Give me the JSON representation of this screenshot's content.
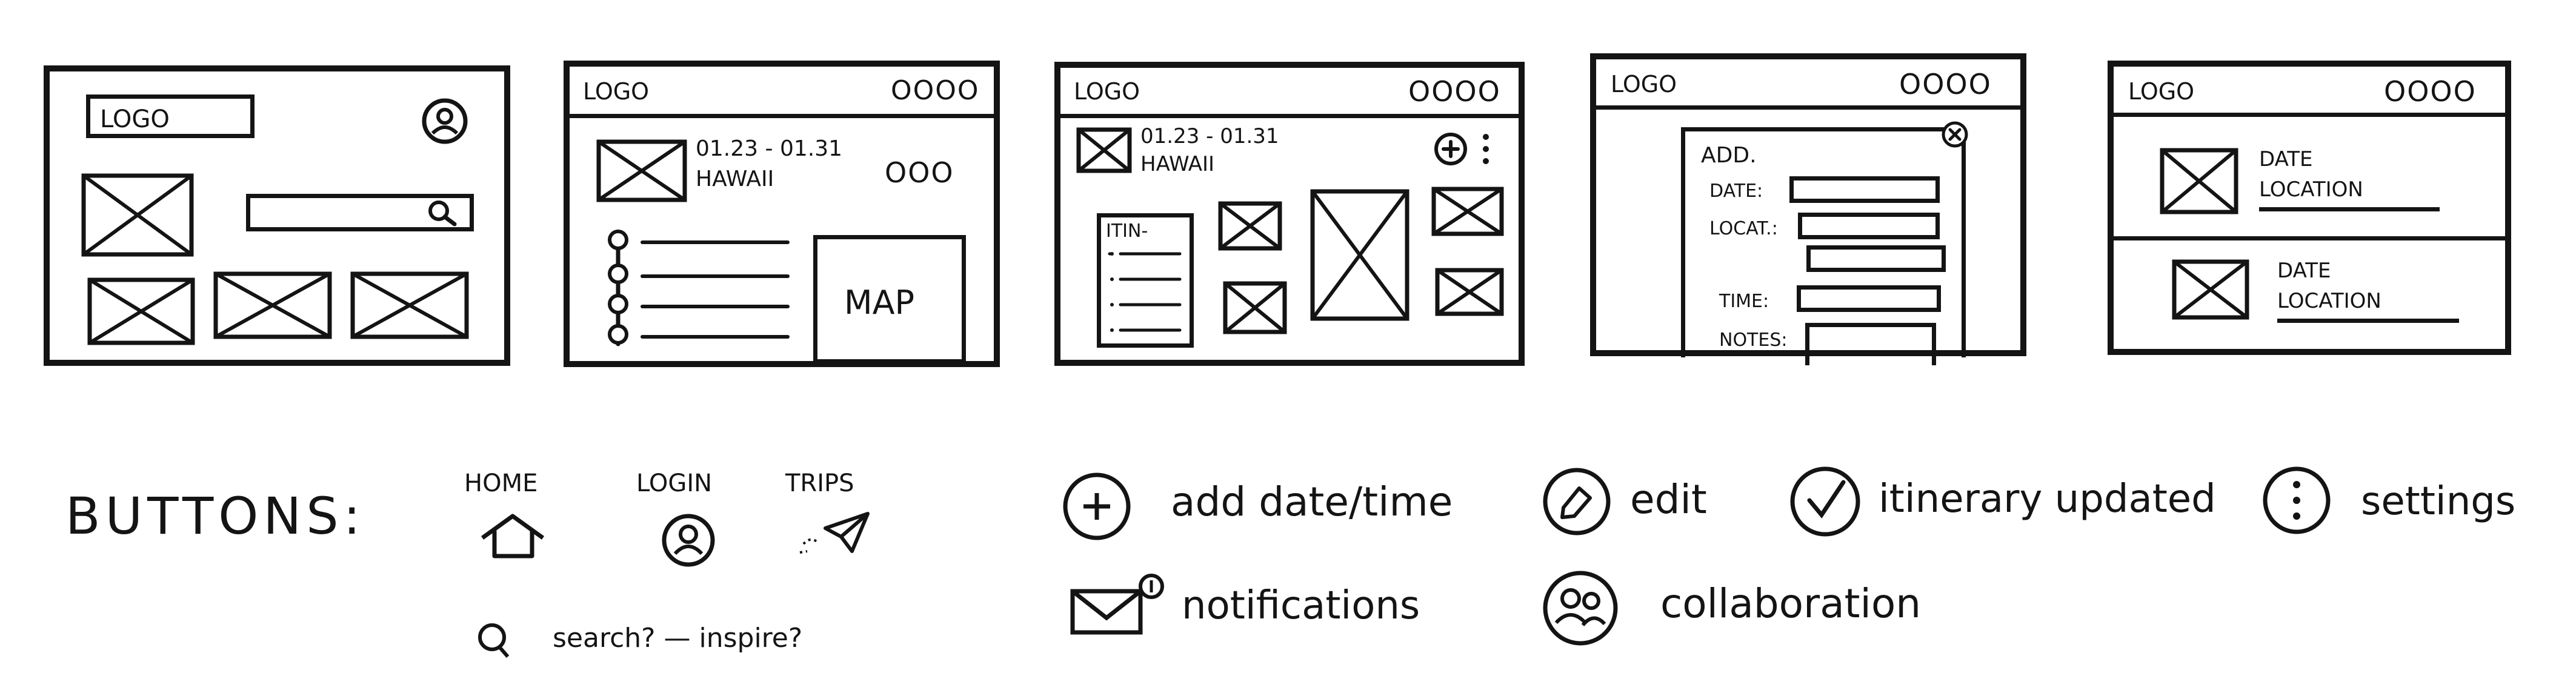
{
  "frames": {
    "f1": {
      "logo": "LOGO"
    },
    "f2": {
      "logo": "LOGO",
      "dots": "OOOO",
      "dates": "01.23 - 01.31",
      "place": "HAWAII",
      "dots_small": "OOO",
      "map": "MAP"
    },
    "f3": {
      "logo": "LOGO",
      "dots": "OOOO",
      "dates": "01.23 - 01.31",
      "place": "HAWAII",
      "itin": "ITIN-"
    },
    "f4": {
      "logo": "LOGO",
      "dots": "OOOO",
      "add": "ADD.",
      "date": "DATE:",
      "locat": "LOCAT.:",
      "time": "TIME:",
      "notes": "NOTES:"
    },
    "f5": {
      "logo": "LOGO",
      "dots": "OOOO",
      "entries": [
        {
          "date": "DATE",
          "location": "LOCATION"
        },
        {
          "date": "DATE",
          "location": "LOCATION"
        }
      ]
    }
  },
  "legend": {
    "title": "BUTTONS:",
    "home": "HOME",
    "login": "LOGIN",
    "trips": "TRIPS",
    "search": "search? — inspire?",
    "add": "add date/time",
    "edit": "edit",
    "updated": "itinerary updated",
    "settings": "settings",
    "notifications": "notifications",
    "collaboration": "collaboration"
  }
}
